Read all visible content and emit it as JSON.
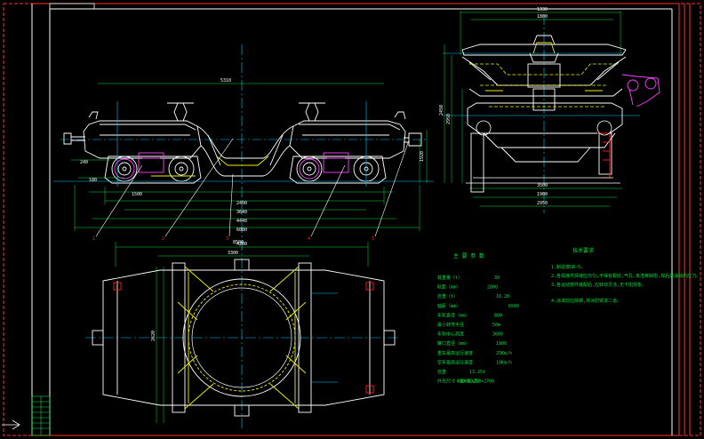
{
  "drawing": {
    "colors": {
      "background": "#000000",
      "frame": "#ff3030",
      "outline": "#ffffff",
      "centerline": "#00c8ff",
      "dimension": "#00e040",
      "yellow": "#f0f000",
      "magenta": "#ff40ff",
      "red": "#ff2020"
    },
    "top_dimension": "5310",
    "side_dimension_left": "2400",
    "left_view_dims": [
      "240",
      "180",
      "1500",
      "2400",
      "3640",
      "4440",
      "6080",
      "8500",
      "1920"
    ],
    "balloons": [
      "1",
      "2",
      "3",
      "4",
      "5"
    ],
    "right_view_dims": [
      "1330",
      "1800",
      "2450",
      "2950",
      "3500",
      "1900",
      "2950"
    ],
    "plan_view_dims": [
      "4200",
      "3300",
      "2620"
    ],
    "tech_table": {
      "title": "主 要 参 数",
      "rows": [
        {
          "label": "载重量（t）",
          "value": "30"
        },
        {
          "label": "轨距（mm）",
          "value": "2800"
        },
        {
          "label": "自重（t）",
          "value": "16.20"
        },
        {
          "label": "轴距（mm）",
          "value": "6500"
        },
        {
          "label": "车轮直径（mm）",
          "value": "880"
        },
        {
          "label": "最小转弯半径",
          "value": "50m"
        },
        {
          "label": "车钩中心高度",
          "value": "3600"
        },
        {
          "label": "罐口直径（mm）",
          "value": "1900"
        },
        {
          "label": "重车最高运行速度",
          "value": "25Km/h"
        },
        {
          "label": "空车最高运行速度",
          "value": "10Km/h"
        },
        {
          "label": "自重",
          "value": "13.25t"
        },
        {
          "label": "外形尺寸（长×宽×高）",
          "value": "6800×3250×2700"
        }
      ]
    },
    "notes": {
      "title": "技术要求",
      "items": [
        "1.制造按GB-5.",
        "2.各焊接件焊缝应均匀,不得有裂纹,气孔,夹渣等缺陷,焊后需消除内应力。",
        "3.各运动部件装配后,应转动灵活,无卡阻现象。",
        "4.涂漆前应除锈,并涂防锈漆二道。"
      ]
    }
  }
}
